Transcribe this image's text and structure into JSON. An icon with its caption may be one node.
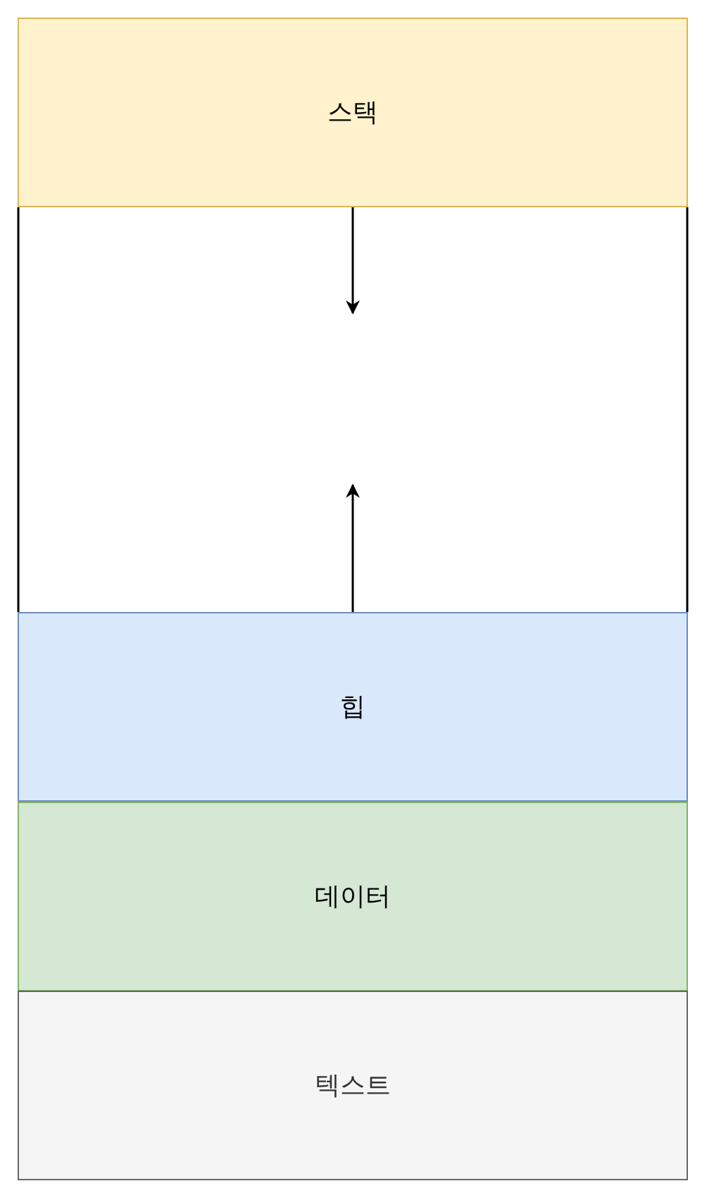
{
  "diagram": {
    "nodes": [
      {
        "text": [
          "스택"
        ]
      },
      {
        "text": [
          "힙"
        ]
      },
      {
        "text": [
          "데이터"
        ]
      },
      {
        "text": [
          "텍스트"
        ]
      }
    ],
    "edges": [
      {
        "from": 0,
        "to": null,
        "arrow": "to"
      },
      {
        "from": 1,
        "to": null,
        "arrow": "to"
      }
    ]
  }
}
